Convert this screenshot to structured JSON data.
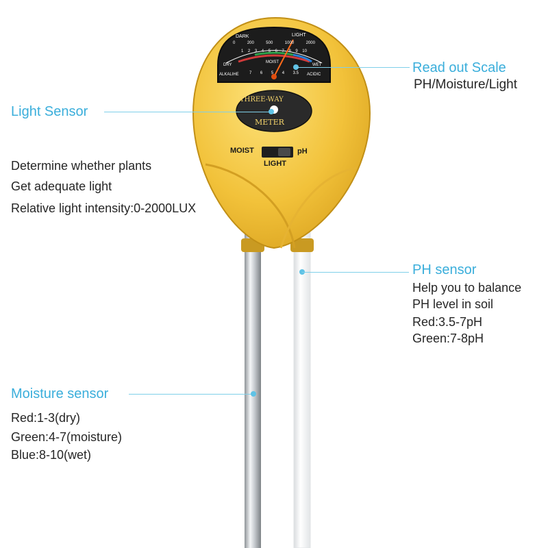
{
  "colors": {
    "callout": "#3aaedb",
    "body_yellow": "#f2c23a",
    "dial_face": "#1c1c1c",
    "probe_metal": "#cfd3d6"
  },
  "meter": {
    "badge_top": "THREE-WAY",
    "badge_bottom": "METER",
    "switch_left": "MOIST",
    "switch_right": "pH",
    "switch_bottom": "LIGHT",
    "dial": {
      "dark": "DARK",
      "light": "LIGHT",
      "light_scale": [
        "0",
        "200",
        "500",
        "1000",
        "2000"
      ],
      "moist_scale": [
        "1",
        "2",
        "3",
        "4",
        "5",
        "6",
        "7",
        "8",
        "9",
        "10"
      ],
      "dry": "DRY",
      "moist": "MOIST",
      "wet": "WET",
      "ph_scale": [
        "7",
        "6",
        "5",
        "4",
        "3.5"
      ],
      "alkaline": "ALKALIHE",
      "acidic": "ACIDIC"
    }
  },
  "callouts": {
    "readout": {
      "title": "Read out Scale",
      "desc": "PH/Moisture/Light"
    },
    "light": {
      "title": "Light Sensor",
      "lines": [
        "Determine whether plants",
        "Get adequate light",
        "Relative light intensity:0-2000LUX"
      ]
    },
    "ph": {
      "title": "PH sensor",
      "lines": [
        "Help you to balance",
        "PH level in soil",
        "Red:3.5-7pH",
        "Green:7-8pH"
      ]
    },
    "moisture": {
      "title": "Moisture sensor",
      "lines": [
        "Red:1-3(dry)",
        "Green:4-7(moisture)",
        "Blue:8-10(wet)"
      ]
    }
  }
}
